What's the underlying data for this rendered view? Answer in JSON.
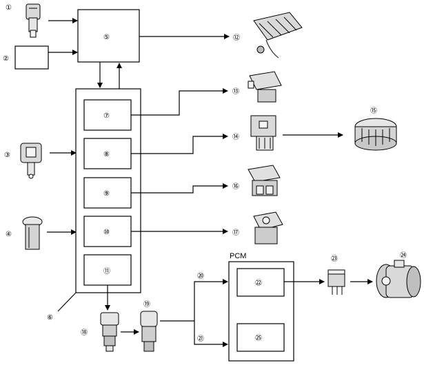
{
  "markers": {
    "m1": "①",
    "m2": "②",
    "m3": "③",
    "m4": "④",
    "m5": "⑤",
    "m6": "⑥",
    "m7": "⑦",
    "m8": "⑧",
    "m9": "⑨",
    "m10": "⑩",
    "m11": "⑪",
    "m12": "⑫",
    "m13": "⑬",
    "m14": "⑭",
    "m15": "⑮",
    "m16": "⑯",
    "m17": "⑰",
    "m18": "⑱",
    "m19": "⑲",
    "m20": "⑳",
    "m21": "㉑",
    "m22": "㉒",
    "m23": "㉓",
    "m24": "㉔",
    "m25": "㉕"
  },
  "pcm_label": "PCM",
  "colors": {
    "line": "#000000",
    "part_fill": "#dddddd",
    "background": "#ffffff"
  }
}
